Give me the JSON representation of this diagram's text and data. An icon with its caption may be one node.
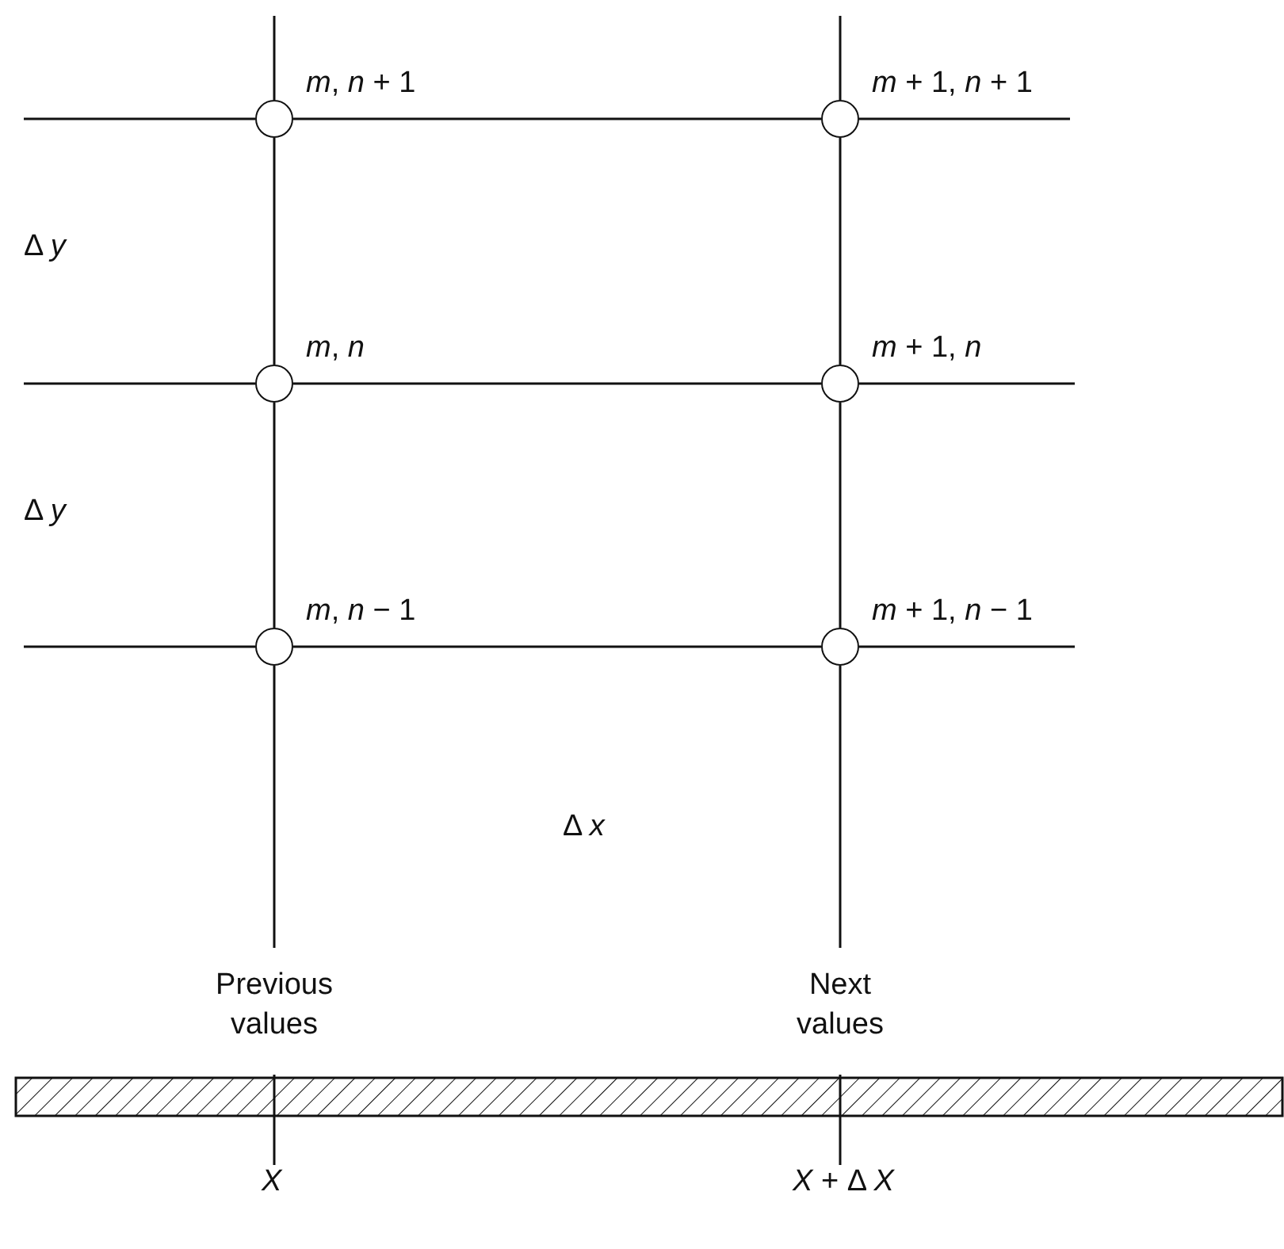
{
  "diagram": {
    "nodes": [
      {
        "text": [],
        "shape": "circle",
        "beside": [
          "*m*, *n* + 1"
        ]
      },
      {
        "text": [],
        "shape": "circle",
        "beside": [
          "*m* + 1, *n* + 1"
        ]
      },
      {
        "text": [],
        "shape": "circle",
        "beside": [
          "*m*, *n*"
        ]
      },
      {
        "text": [],
        "shape": "circle",
        "beside": [
          "*m* + 1, *n*"
        ]
      },
      {
        "text": [],
        "shape": "circle",
        "beside": [
          "*m*, *n* − 1"
        ]
      },
      {
        "text": [],
        "shape": "circle",
        "beside": [
          "*m* + 1, *n* − 1"
        ]
      },
      {
        "text": [],
        "shape": "bar"
      }
    ],
    "edges": [
      {
        "from": 0,
        "to": 1,
        "arrow": "none"
      },
      {
        "from": 2,
        "to": 3,
        "arrow": "none"
      },
      {
        "from": 4,
        "to": 5,
        "arrow": "none"
      },
      {
        "from": 0,
        "to": 2,
        "arrow": "none"
      },
      {
        "from": 2,
        "to": 4,
        "arrow": "none"
      },
      {
        "from": 1,
        "to": 3,
        "arrow": "none"
      },
      {
        "from": 3,
        "to": 5,
        "arrow": "none"
      },
      {
        "from": null,
        "to": 0,
        "arrow": "none"
      },
      {
        "from": null,
        "to": 2,
        "arrow": "none"
      },
      {
        "from": null,
        "to": 4,
        "arrow": "none"
      },
      {
        "from": 1,
        "to": null,
        "arrow": "none"
      },
      {
        "from": 3,
        "to": null,
        "arrow": "none"
      },
      {
        "from": 5,
        "to": null,
        "arrow": "none"
      },
      {
        "from": null,
        "to": 0,
        "arrow": "none"
      },
      {
        "from": null,
        "to": 1,
        "arrow": "none"
      },
      {
        "from": 4,
        "to": null,
        "arrow": "none"
      },
      {
        "from": 5,
        "to": null,
        "arrow": "none"
      }
    ],
    "labels": [
      "Δ *y*",
      "Δ *y*",
      "Δ *x*",
      "Previous values",
      "Next values",
      "*X*",
      "*X* + Δ *X*"
    ]
  }
}
